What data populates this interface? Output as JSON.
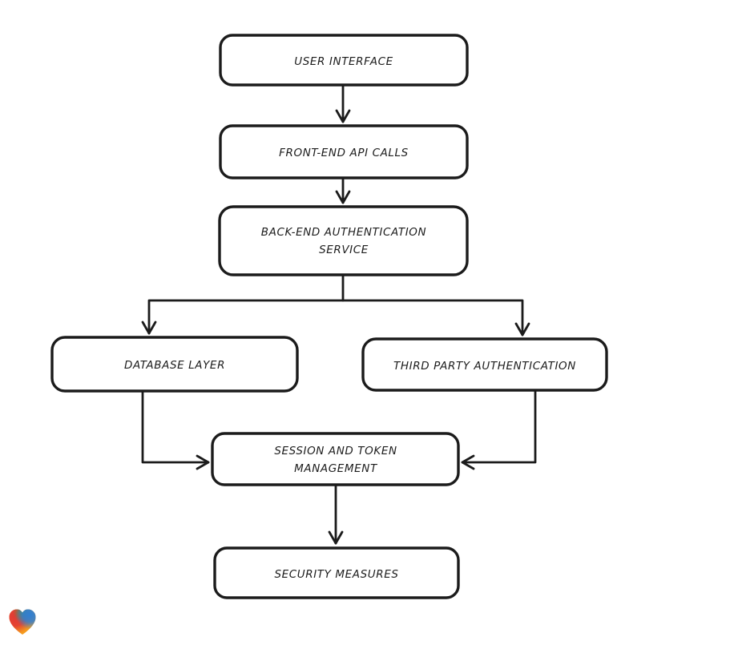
{
  "diagram": {
    "type": "flowchart",
    "style": "hand-drawn",
    "colors": {
      "background": "#ffffff",
      "node_fill": "#ffffff",
      "stroke": "#1b1b1b",
      "text": "#1d1d1d"
    },
    "nodes": [
      {
        "id": "user-interface",
        "lines": [
          "USER INTERFACE"
        ]
      },
      {
        "id": "front-end-api-calls",
        "lines": [
          "FRONT-END API CALLS"
        ]
      },
      {
        "id": "back-end-authentication-service",
        "lines": [
          "BACK-END AUTHENTICATION",
          "SERVICE"
        ]
      },
      {
        "id": "database-layer",
        "lines": [
          "DATABASE LAYER"
        ]
      },
      {
        "id": "third-party-authentication",
        "lines": [
          "THIRD PARTY AUTHENTICATION"
        ]
      },
      {
        "id": "session-and-token-management",
        "lines": [
          "SESSION AND TOKEN",
          "MANAGEMENT"
        ]
      },
      {
        "id": "security-measures",
        "lines": [
          "SECURITY MEASURES"
        ]
      }
    ],
    "edges": [
      {
        "from": "user-interface",
        "to": "front-end-api-calls"
      },
      {
        "from": "front-end-api-calls",
        "to": "back-end-authentication-service"
      },
      {
        "from": "back-end-authentication-service",
        "to": "database-layer"
      },
      {
        "from": "back-end-authentication-service",
        "to": "third-party-authentication"
      },
      {
        "from": "database-layer",
        "to": "session-and-token-management"
      },
      {
        "from": "third-party-authentication",
        "to": "session-and-token-management"
      },
      {
        "from": "session-and-token-management",
        "to": "security-measures"
      }
    ]
  },
  "logo": {
    "name": "gradient-heart-logo",
    "colors": {
      "red": "#e23a34",
      "green": "#3d9b4f",
      "blue": "#2f7fd3",
      "orange": "#f59b1e"
    }
  }
}
